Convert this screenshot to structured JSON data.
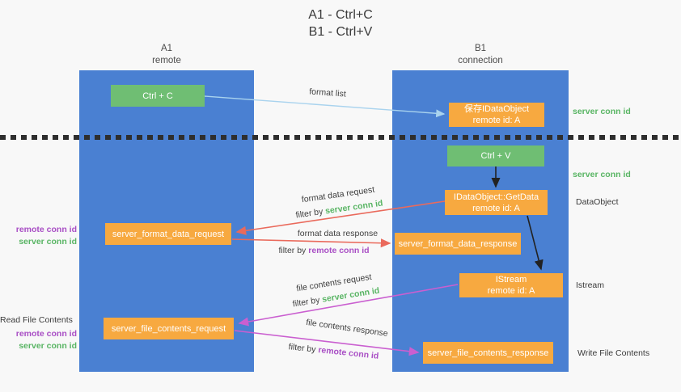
{
  "title": {
    "line1": "A1 - Ctrl+C",
    "line2": "B1 - Ctrl+V"
  },
  "columns": {
    "a": {
      "name": "A1",
      "subtitle": "remote"
    },
    "b": {
      "name": "B1",
      "subtitle": "connection"
    }
  },
  "nodes": {
    "ctrl_c": "Ctrl + C",
    "save_idataobject": {
      "line1": "保存IDataObject",
      "line2": "remote id: A"
    },
    "ctrl_v": "Ctrl + V",
    "getdata": {
      "line1": "IDataObject::GetData",
      "line2": "remote id: A"
    },
    "format_request": "server_format_data_request",
    "format_response": "server_format_data_response",
    "istream": {
      "line1": "IStream",
      "line2": "remote id: A"
    },
    "file_request": "server_file_contents_request",
    "file_response": "server_file_contents_response"
  },
  "arrow_labels": {
    "format_list": "format list",
    "format_data_request": "format data request",
    "format_data_response": "format data response",
    "file_contents_request": "file contents request",
    "file_contents_response": "file contents response",
    "filter_by": "filter by",
    "server_conn_id": "server conn id",
    "remote_conn_id": "remote conn id"
  },
  "side_labels": {
    "server_conn_id_top": "server conn id",
    "server_conn_id_mid": "server conn id",
    "dataobject": "DataObject",
    "istream": "Istream",
    "write_file_contents": "Write File Contents",
    "read_file_contents": "Read File Contents",
    "remote_conn_id_format": "remote conn id",
    "server_conn_id_format": "server conn id",
    "remote_conn_id_file": "remote conn id",
    "server_conn_id_file": "server conn id"
  },
  "colors": {
    "lane_blue": "#4a80d2",
    "node_green": "#6fbe73",
    "node_orange": "#f7a940",
    "arrow_red": "#ea6a5c",
    "arrow_magenta": "#ca5fd0",
    "arrow_light_blue": "#a9d3ee",
    "arrow_black": "#222222",
    "text_green": "#59b564",
    "text_purple": "#a94fc5",
    "background": "#f8f8f8"
  }
}
